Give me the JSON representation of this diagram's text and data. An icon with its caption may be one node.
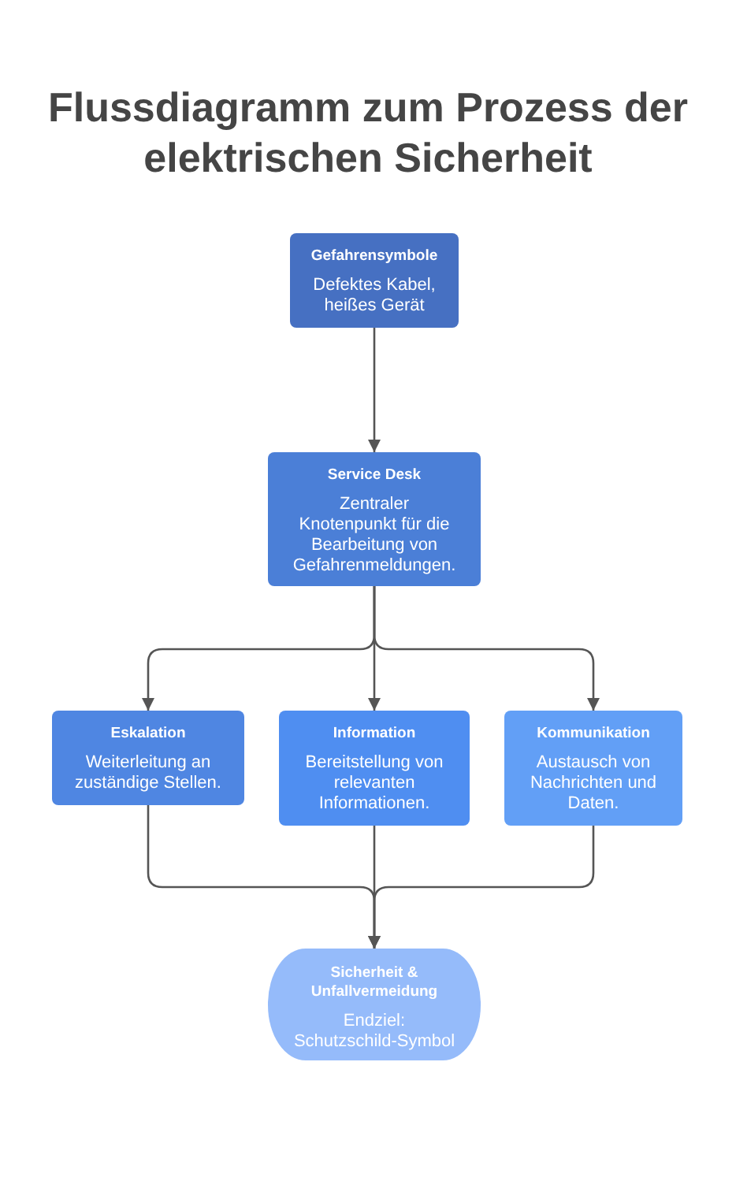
{
  "diagram": {
    "title": "Flussdiagramm zum Prozess der elektrischen Sicherheit",
    "nodes": [
      {
        "text": [
          "Gefahrensymbole",
          "Defektes Kabel, heißes Gerät"
        ]
      },
      {
        "text": [
          "Service Desk",
          "Zentraler Knotenpunkt für die Bearbeitung von Gefahrenmeldungen."
        ]
      },
      {
        "text": [
          "Eskalation",
          "Weiterleitung an zuständige Stellen."
        ]
      },
      {
        "text": [
          "Information",
          "Bereitstellung von relevanten Informationen."
        ]
      },
      {
        "text": [
          "Kommunikation",
          "Austausch von Nachrichten und Daten."
        ]
      },
      {
        "text": [
          "Sicherheit & Unfallvermeidung",
          "Endziel: Schutzschild-Symbol"
        ]
      }
    ],
    "edges": [
      {
        "from": 0,
        "to": 1,
        "arrow": "to"
      },
      {
        "from": 1,
        "to": 2,
        "arrow": "to"
      },
      {
        "from": 1,
        "to": 3,
        "arrow": "to"
      },
      {
        "from": 1,
        "to": 4,
        "arrow": "to"
      },
      {
        "from": 2,
        "to": 5,
        "arrow": "to"
      },
      {
        "from": 3,
        "to": 5,
        "arrow": "to"
      },
      {
        "from": 4,
        "to": 5,
        "arrow": "to"
      }
    ]
  }
}
